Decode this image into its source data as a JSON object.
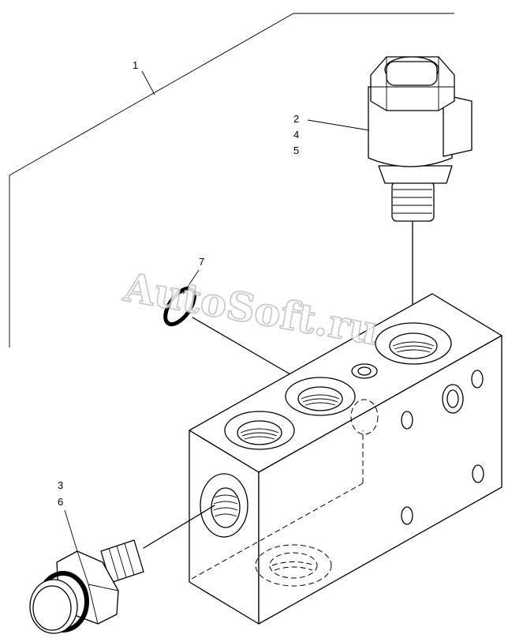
{
  "callouts": {
    "c1": "1",
    "c2": "2",
    "c4": "4",
    "c5": "5",
    "c3": "3",
    "c6": "6",
    "c7": "7"
  },
  "watermark": "AutoSoft.ru",
  "colors": {
    "line": "#000000",
    "background": "#ffffff",
    "watermark_outline": "#bdbdbd"
  }
}
